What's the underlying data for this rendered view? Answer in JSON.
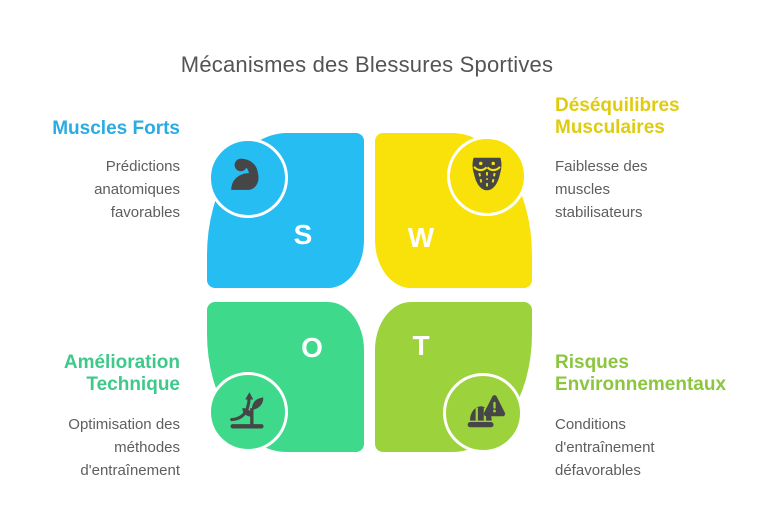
{
  "title": "Mécanismes des Blessures Sportives",
  "diagram_type": "SWOT",
  "quadrants": [
    {
      "id": "strengths",
      "letter": "S",
      "heading": "Muscles Forts",
      "description": "Prédictions\nanatomiques\nfavorables",
      "icon": "flexed-biceps-icon",
      "petal_color": "#26BDF2",
      "heading_color": "#29ACE2"
    },
    {
      "id": "weaknesses",
      "letter": "W",
      "heading": "Déséquilibres\nMusculaires",
      "description": "Faiblesse des\nmuscles\nstabilisateurs",
      "icon": "torso-muscles-icon",
      "petal_color": "#F9E20A",
      "heading_color": "#E0CC0F"
    },
    {
      "id": "opportunities",
      "letter": "O",
      "heading": "Amélioration\nTechnique",
      "description": "Optimisation des\nméthodes\nd'entraînement",
      "icon": "plant-growth-icon",
      "petal_color": "#3FD98C",
      "heading_color": "#3EC98B"
    },
    {
      "id": "threats",
      "letter": "T",
      "heading": "Risques\nEnvironnementaux",
      "description": "Conditions\nd'entraînement\ndéfavorables",
      "icon": "hard-hat-warning-icon",
      "petal_color": "#9CD23B",
      "heading_color": "#8CC63F"
    }
  ],
  "title_color": "#545454",
  "body_text_color": "#5E5E5E",
  "icon_color": "#464646"
}
